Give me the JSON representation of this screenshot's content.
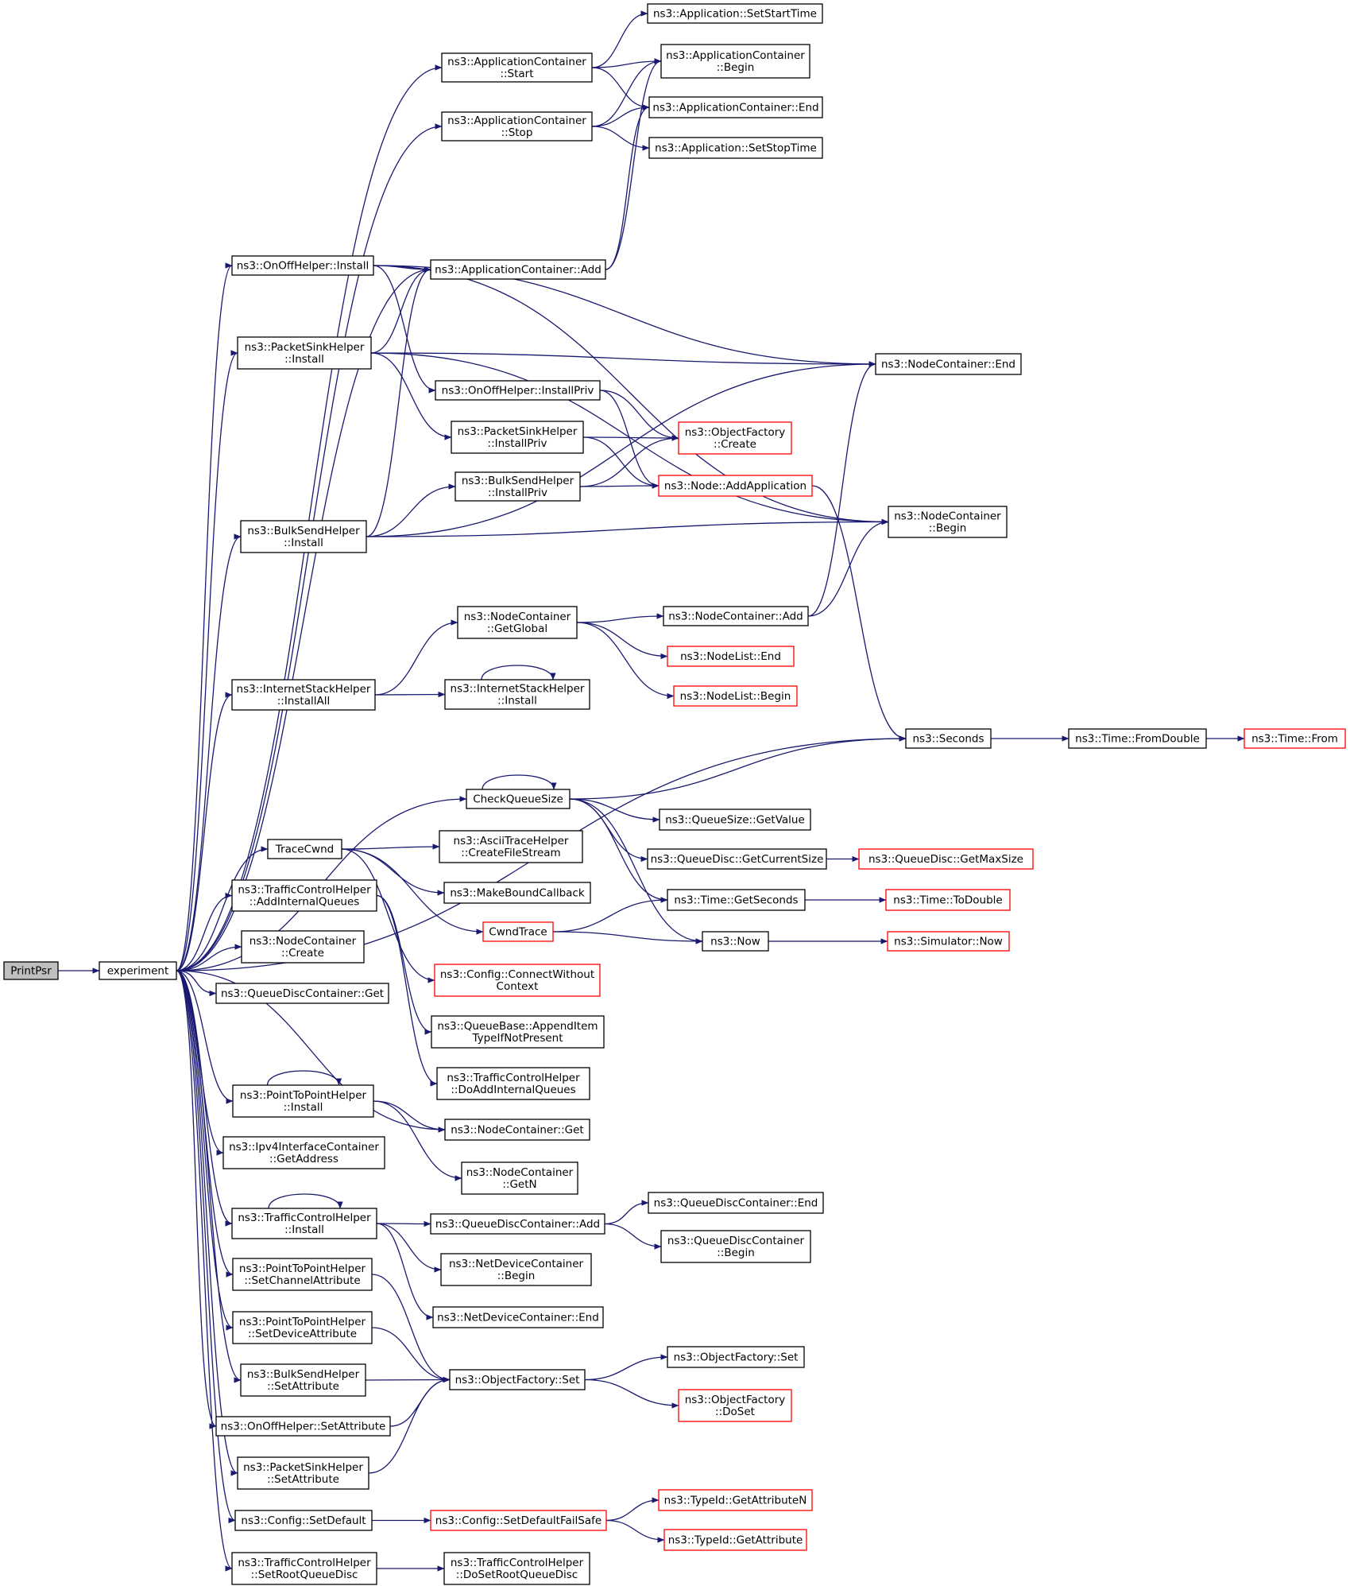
{
  "colors": {
    "edge": "#191970",
    "node_border": "#000000",
    "truncated_border": "#ff0000",
    "focus_fill": "#bfbfbf",
    "node_fill": "#ffffff"
  },
  "nodes": [
    {
      "id": "PrintPsr",
      "lines": [
        "PrintPsr"
      ],
      "focus": true
    },
    {
      "id": "experiment",
      "lines": [
        "experiment"
      ]
    },
    {
      "id": "AppStart",
      "lines": [
        "ns3::ApplicationContainer",
        "::Start"
      ]
    },
    {
      "id": "AppStop",
      "lines": [
        "ns3::ApplicationContainer",
        "::Stop"
      ]
    },
    {
      "id": "SetStartTime",
      "lines": [
        "ns3::Application::SetStartTime"
      ]
    },
    {
      "id": "AppBegin",
      "lines": [
        "ns3::ApplicationContainer",
        "::Begin"
      ]
    },
    {
      "id": "AppEnd",
      "lines": [
        "ns3::ApplicationContainer::End"
      ]
    },
    {
      "id": "SetStopTime",
      "lines": [
        "ns3::Application::SetStopTime"
      ]
    },
    {
      "id": "OnOffInstall",
      "lines": [
        "ns3::OnOffHelper::Install"
      ]
    },
    {
      "id": "AppAdd",
      "lines": [
        "ns3::ApplicationContainer::Add"
      ]
    },
    {
      "id": "PktSinkInstall",
      "lines": [
        "ns3::PacketSinkHelper",
        "::Install"
      ]
    },
    {
      "id": "NodeContEnd",
      "lines": [
        "ns3::NodeContainer::End"
      ]
    },
    {
      "id": "OnOffInstallPriv",
      "lines": [
        "ns3::OnOffHelper::InstallPriv"
      ]
    },
    {
      "id": "PktSinkInstallPriv",
      "lines": [
        "ns3::PacketSinkHelper",
        "::InstallPriv"
      ]
    },
    {
      "id": "ObjFactCreate",
      "lines": [
        "ns3::ObjectFactory",
        "::Create"
      ],
      "truncated": true
    },
    {
      "id": "BulkInstallPriv",
      "lines": [
        "ns3::BulkSendHelper",
        "::InstallPriv"
      ]
    },
    {
      "id": "NodeAddApp",
      "lines": [
        "ns3::Node::AddApplication"
      ],
      "truncated": true
    },
    {
      "id": "BulkInstall",
      "lines": [
        "ns3::BulkSendHelper",
        "::Install"
      ]
    },
    {
      "id": "NodeContBegin",
      "lines": [
        "ns3::NodeContainer",
        "::Begin"
      ]
    },
    {
      "id": "NodeContGetGlobal",
      "lines": [
        "ns3::NodeContainer",
        "::GetGlobal"
      ]
    },
    {
      "id": "NodeContAdd",
      "lines": [
        "ns3::NodeContainer::Add"
      ]
    },
    {
      "id": "NodeListEnd",
      "lines": [
        "ns3::NodeList::End"
      ],
      "truncated": true
    },
    {
      "id": "NodeListBegin",
      "lines": [
        "ns3::NodeList::Begin"
      ],
      "truncated": true
    },
    {
      "id": "InetInstallAll",
      "lines": [
        "ns3::InternetStackHelper",
        "::InstallAll"
      ]
    },
    {
      "id": "InetInstall",
      "lines": [
        "ns3::InternetStackHelper",
        "::Install"
      ]
    },
    {
      "id": "Seconds",
      "lines": [
        "ns3::Seconds"
      ]
    },
    {
      "id": "FromDouble",
      "lines": [
        "ns3::Time::FromDouble"
      ]
    },
    {
      "id": "TimeFrom",
      "lines": [
        "ns3::Time::From"
      ],
      "truncated": true
    },
    {
      "id": "CheckQueueSize",
      "lines": [
        "CheckQueueSize"
      ]
    },
    {
      "id": "QSizeGetValue",
      "lines": [
        "ns3::QueueSize::GetValue"
      ]
    },
    {
      "id": "QDiscGetCurSize",
      "lines": [
        "ns3::QueueDisc::GetCurrentSize"
      ]
    },
    {
      "id": "QDiscGetMaxSize",
      "lines": [
        "ns3::QueueDisc::GetMaxSize"
      ],
      "truncated": true
    },
    {
      "id": "TraceCwnd",
      "lines": [
        "TraceCwnd"
      ]
    },
    {
      "id": "CreateFileStream",
      "lines": [
        "ns3::AsciiTraceHelper",
        "::CreateFileStream"
      ]
    },
    {
      "id": "MakeBoundCallback",
      "lines": [
        "ns3::MakeBoundCallback"
      ]
    },
    {
      "id": "TimeGetSeconds",
      "lines": [
        "ns3::Time::GetSeconds"
      ]
    },
    {
      "id": "ToDouble",
      "lines": [
        "ns3::Time::ToDouble"
      ],
      "truncated": true
    },
    {
      "id": "TCHAddIntQ",
      "lines": [
        "ns3::TrafficControlHelper",
        "::AddInternalQueues"
      ]
    },
    {
      "id": "CwndTrace",
      "lines": [
        "CwndTrace"
      ],
      "truncated": true
    },
    {
      "id": "Now",
      "lines": [
        "ns3::Now"
      ]
    },
    {
      "id": "SimNow",
      "lines": [
        "ns3::Simulator::Now"
      ],
      "truncated": true
    },
    {
      "id": "NodeContCreate",
      "lines": [
        "ns3::NodeContainer",
        "::Create"
      ]
    },
    {
      "id": "ConnectWithoutContext",
      "lines": [
        "ns3::Config::ConnectWithout",
        "Context"
      ],
      "truncated": true
    },
    {
      "id": "QDiscContGet",
      "lines": [
        "ns3::QueueDiscContainer::Get"
      ]
    },
    {
      "id": "QBaseAppend",
      "lines": [
        "ns3::QueueBase::AppendItem",
        "TypeIfNotPresent"
      ]
    },
    {
      "id": "TCHDoAddIntQ",
      "lines": [
        "ns3::TrafficControlHelper",
        "::DoAddInternalQueues"
      ]
    },
    {
      "id": "P2PInstall",
      "lines": [
        "ns3::PointToPointHelper",
        "::Install"
      ]
    },
    {
      "id": "NodeContGet",
      "lines": [
        "ns3::NodeContainer::Get"
      ]
    },
    {
      "id": "Ipv4GetAddr",
      "lines": [
        "ns3::Ipv4InterfaceContainer",
        "::GetAddress"
      ]
    },
    {
      "id": "NodeContGetN",
      "lines": [
        "ns3::NodeContainer",
        "::GetN"
      ]
    },
    {
      "id": "TCHInstall",
      "lines": [
        "ns3::TrafficControlHelper",
        "::Install"
      ]
    },
    {
      "id": "QDiscContAdd",
      "lines": [
        "ns3::QueueDiscContainer::Add"
      ]
    },
    {
      "id": "QDiscContEnd",
      "lines": [
        "ns3::QueueDiscContainer::End"
      ]
    },
    {
      "id": "QDiscContBegin",
      "lines": [
        "ns3::QueueDiscContainer",
        "::Begin"
      ]
    },
    {
      "id": "NetDevContBegin",
      "lines": [
        "ns3::NetDeviceContainer",
        "::Begin"
      ]
    },
    {
      "id": "P2PSetChanAttr",
      "lines": [
        "ns3::PointToPointHelper",
        "::SetChannelAttribute"
      ]
    },
    {
      "id": "NetDevContEnd",
      "lines": [
        "ns3::NetDeviceContainer::End"
      ]
    },
    {
      "id": "P2PSetDevAttr",
      "lines": [
        "ns3::PointToPointHelper",
        "::SetDeviceAttribute"
      ]
    },
    {
      "id": "ObjFactSet2",
      "lines": [
        "ns3::ObjectFactory::Set"
      ]
    },
    {
      "id": "BulkSetAttr",
      "lines": [
        "ns3::BulkSendHelper",
        "::SetAttribute"
      ]
    },
    {
      "id": "ObjFactSet",
      "lines": [
        "ns3::ObjectFactory::Set"
      ]
    },
    {
      "id": "ObjFactDoSet",
      "lines": [
        "ns3::ObjectFactory",
        "::DoSet"
      ],
      "truncated": true
    },
    {
      "id": "OnOffSetAttr",
      "lines": [
        "ns3::OnOffHelper::SetAttribute"
      ]
    },
    {
      "id": "PktSinkSetAttr",
      "lines": [
        "ns3::PacketSinkHelper",
        "::SetAttribute"
      ]
    },
    {
      "id": "CfgSetDefault",
      "lines": [
        "ns3::Config::SetDefault"
      ]
    },
    {
      "id": "CfgSetDefaultFS",
      "lines": [
        "ns3::Config::SetDefaultFailSafe"
      ],
      "truncated": true
    },
    {
      "id": "GetAttributeN",
      "lines": [
        "ns3::TypeId::GetAttributeN"
      ],
      "truncated": true
    },
    {
      "id": "GetAttribute",
      "lines": [
        "ns3::TypeId::GetAttribute"
      ],
      "truncated": true
    },
    {
      "id": "TCHSetRootQD",
      "lines": [
        "ns3::TrafficControlHelper",
        "::SetRootQueueDisc"
      ]
    },
    {
      "id": "TCHDoSetRootQD",
      "lines": [
        "ns3::TrafficControlHelper",
        "::DoSetRootQueueDisc"
      ]
    }
  ],
  "edges": [
    [
      "PrintPsr",
      "experiment"
    ],
    [
      "experiment",
      "AppStart"
    ],
    [
      "experiment",
      "AppStop"
    ],
    [
      "experiment",
      "OnOffInstall"
    ],
    [
      "experiment",
      "AppAdd"
    ],
    [
      "experiment",
      "PktSinkInstall"
    ],
    [
      "experiment",
      "BulkInstall"
    ],
    [
      "experiment",
      "InetInstallAll"
    ],
    [
      "experiment",
      "Seconds"
    ],
    [
      "experiment",
      "CheckQueueSize"
    ],
    [
      "experiment",
      "TraceCwnd"
    ],
    [
      "experiment",
      "TCHAddIntQ"
    ],
    [
      "experiment",
      "NodeContCreate"
    ],
    [
      "experiment",
      "QDiscContGet"
    ],
    [
      "experiment",
      "NodeContGet"
    ],
    [
      "experiment",
      "P2PInstall"
    ],
    [
      "experiment",
      "Ipv4GetAddr"
    ],
    [
      "experiment",
      "TCHInstall"
    ],
    [
      "experiment",
      "P2PSetChanAttr"
    ],
    [
      "experiment",
      "P2PSetDevAttr"
    ],
    [
      "experiment",
      "BulkSetAttr"
    ],
    [
      "experiment",
      "OnOffSetAttr"
    ],
    [
      "experiment",
      "PktSinkSetAttr"
    ],
    [
      "experiment",
      "CfgSetDefault"
    ],
    [
      "experiment",
      "TCHSetRootQD"
    ],
    [
      "AppStart",
      "SetStartTime"
    ],
    [
      "AppStart",
      "AppBegin"
    ],
    [
      "AppStart",
      "AppEnd"
    ],
    [
      "AppStop",
      "AppBegin"
    ],
    [
      "AppStop",
      "AppEnd"
    ],
    [
      "AppStop",
      "SetStopTime"
    ],
    [
      "OnOffInstall",
      "AppAdd"
    ],
    [
      "OnOffInstall",
      "NodeContEnd"
    ],
    [
      "OnOffInstall",
      "NodeContBegin"
    ],
    [
      "OnOffInstall",
      "OnOffInstallPriv"
    ],
    [
      "AppAdd",
      "AppBegin"
    ],
    [
      "AppAdd",
      "AppEnd"
    ],
    [
      "PktSinkInstall",
      "AppAdd"
    ],
    [
      "PktSinkInstall",
      "NodeContEnd"
    ],
    [
      "PktSinkInstall",
      "NodeContBegin"
    ],
    [
      "PktSinkInstall",
      "PktSinkInstallPriv"
    ],
    [
      "OnOffInstallPriv",
      "ObjFactCreate"
    ],
    [
      "OnOffInstallPriv",
      "NodeAddApp"
    ],
    [
      "PktSinkInstallPriv",
      "ObjFactCreate"
    ],
    [
      "PktSinkInstallPriv",
      "NodeAddApp"
    ],
    [
      "BulkInstallPriv",
      "ObjFactCreate"
    ],
    [
      "BulkInstallPriv",
      "NodeAddApp"
    ],
    [
      "NodeAddApp",
      "Seconds"
    ],
    [
      "BulkInstall",
      "AppAdd"
    ],
    [
      "BulkInstall",
      "BulkInstallPriv"
    ],
    [
      "BulkInstall",
      "NodeContEnd"
    ],
    [
      "BulkInstall",
      "NodeContBegin"
    ],
    [
      "NodeContAdd",
      "NodeContEnd"
    ],
    [
      "NodeContAdd",
      "NodeContBegin"
    ],
    [
      "NodeContGetGlobal",
      "NodeContAdd"
    ],
    [
      "NodeContGetGlobal",
      "NodeListEnd"
    ],
    [
      "NodeContGetGlobal",
      "NodeListBegin"
    ],
    [
      "InetInstallAll",
      "NodeContGetGlobal"
    ],
    [
      "InetInstallAll",
      "InetInstall"
    ],
    [
      "InetInstall",
      "InetInstall"
    ],
    [
      "Seconds",
      "FromDouble"
    ],
    [
      "FromDouble",
      "TimeFrom"
    ],
    [
      "CheckQueueSize",
      "CheckQueueSize"
    ],
    [
      "CheckQueueSize",
      "Seconds"
    ],
    [
      "CheckQueueSize",
      "QSizeGetValue"
    ],
    [
      "CheckQueueSize",
      "QDiscGetCurSize"
    ],
    [
      "CheckQueueSize",
      "TimeGetSeconds"
    ],
    [
      "CheckQueueSize",
      "Now"
    ],
    [
      "QDiscGetCurSize",
      "QDiscGetMaxSize"
    ],
    [
      "TraceCwnd",
      "CreateFileStream"
    ],
    [
      "TraceCwnd",
      "MakeBoundCallback"
    ],
    [
      "TraceCwnd",
      "CwndTrace"
    ],
    [
      "TraceCwnd",
      "ConnectWithoutContext"
    ],
    [
      "CwndTrace",
      "TimeGetSeconds"
    ],
    [
      "CwndTrace",
      "Now"
    ],
    [
      "TimeGetSeconds",
      "ToDouble"
    ],
    [
      "Now",
      "SimNow"
    ],
    [
      "TCHAddIntQ",
      "QBaseAppend"
    ],
    [
      "TCHAddIntQ",
      "TCHDoAddIntQ"
    ],
    [
      "P2PInstall",
      "P2PInstall"
    ],
    [
      "P2PInstall",
      "NodeContGet"
    ],
    [
      "P2PInstall",
      "NodeContGetN"
    ],
    [
      "TCHInstall",
      "TCHInstall"
    ],
    [
      "TCHInstall",
      "QDiscContAdd"
    ],
    [
      "TCHInstall",
      "NetDevContBegin"
    ],
    [
      "TCHInstall",
      "NetDevContEnd"
    ],
    [
      "QDiscContAdd",
      "QDiscContEnd"
    ],
    [
      "QDiscContAdd",
      "QDiscContBegin"
    ],
    [
      "P2PSetChanAttr",
      "ObjFactSet"
    ],
    [
      "P2PSetDevAttr",
      "ObjFactSet"
    ],
    [
      "BulkSetAttr",
      "ObjFactSet"
    ],
    [
      "OnOffSetAttr",
      "ObjFactSet"
    ],
    [
      "PktSinkSetAttr",
      "ObjFactSet"
    ],
    [
      "ObjFactSet",
      "ObjFactSet2"
    ],
    [
      "ObjFactSet",
      "ObjFactDoSet"
    ],
    [
      "CfgSetDefault",
      "CfgSetDefaultFS"
    ],
    [
      "CfgSetDefaultFS",
      "GetAttributeN"
    ],
    [
      "CfgSetDefaultFS",
      "GetAttribute"
    ],
    [
      "TCHSetRootQD",
      "TCHDoSetRootQD"
    ]
  ]
}
